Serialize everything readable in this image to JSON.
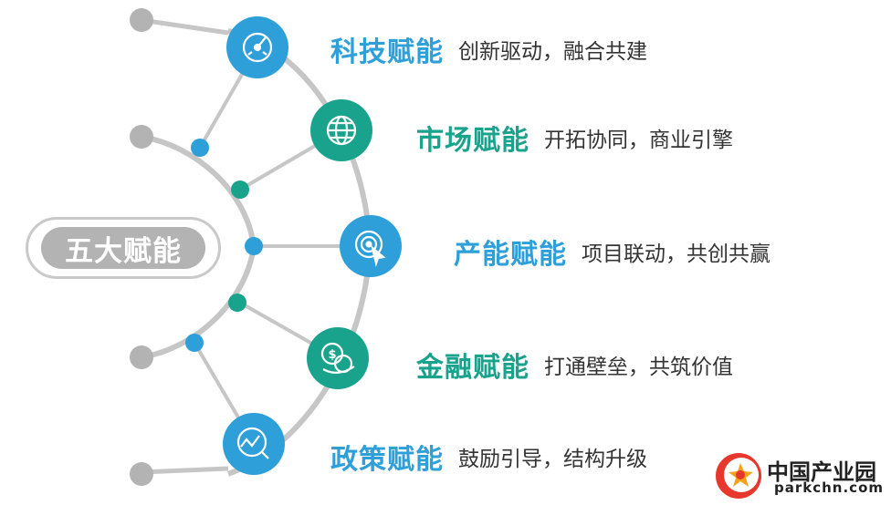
{
  "center_label": "五大赋能",
  "items": [
    {
      "title": "科技赋能",
      "desc": "创新驱动，融合共建",
      "icon": "gauge-icon",
      "color": "#2e9fd8"
    },
    {
      "title": "市场赋能",
      "desc": "开拓协同，商业引擎",
      "icon": "globe-icon",
      "color": "#1aa38c"
    },
    {
      "title": "产能赋能",
      "desc": "项目联动，共创共赢",
      "icon": "target-cursor-icon",
      "color": "#2e9fd8"
    },
    {
      "title": "金融赋能",
      "desc": "打通壁垒，共筑价值",
      "icon": "coins-icon",
      "color": "#1aa38c"
    },
    {
      "title": "政策赋能",
      "desc": "鼓励引导，结构升级",
      "icon": "trend-chart-icon",
      "color": "#2e9fd8"
    }
  ],
  "logo": {
    "name": "中国产业园",
    "url": "parkchn.com"
  },
  "colors": {
    "blue": "#2e9fd8",
    "teal": "#1aa38c",
    "gray": "#b3b3b3",
    "arc": "#c6c6c6"
  }
}
